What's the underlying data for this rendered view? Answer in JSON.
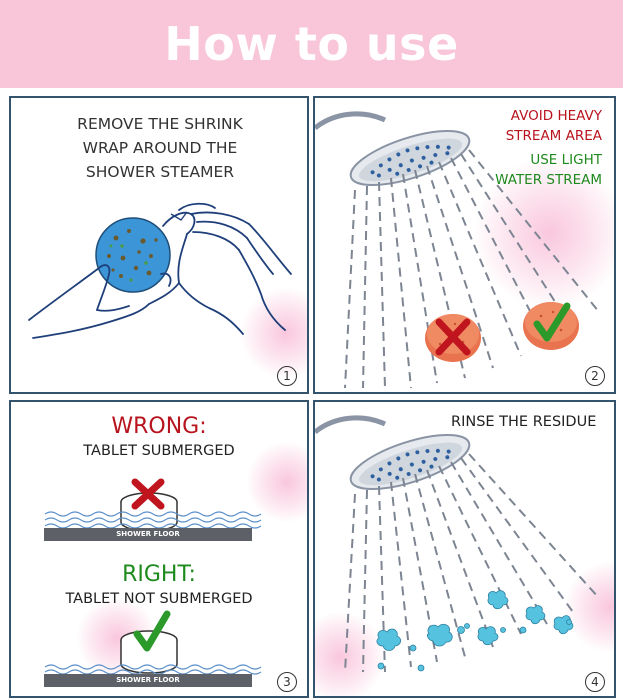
{
  "banner": {
    "title": "How to use"
  },
  "step1": {
    "lines": [
      "REMOVE THE SHRINK",
      "WRAP AROUND THE",
      "SHOWER STEAMER"
    ],
    "number": "1"
  },
  "step2": {
    "avoid_lines": [
      "AVOID HEAVY",
      "STREAM AREA"
    ],
    "use_lines": [
      "USE LIGHT",
      "WATER STREAM"
    ],
    "number": "2"
  },
  "step3": {
    "wrong_title": "WRONG:",
    "wrong_caption": "TABLET SUBMERGED",
    "right_title": "RIGHT:",
    "right_caption": "TABLET NOT SUBMERGED",
    "floor_label_top": "SHOWER FLOOR",
    "floor_label_bottom": "SHOWER FLOOR",
    "number": "3"
  },
  "step4": {
    "caption": "RINSE THE RESIDUE",
    "number": "4"
  },
  "colors": {
    "banner": "#f8c6d8",
    "border": "#34546e",
    "red": "#b8141e",
    "green": "#1e8a1e",
    "steamer_blue": "#3b95d6",
    "tablet_orange": "#e8734e",
    "residue": "#55c3df"
  }
}
